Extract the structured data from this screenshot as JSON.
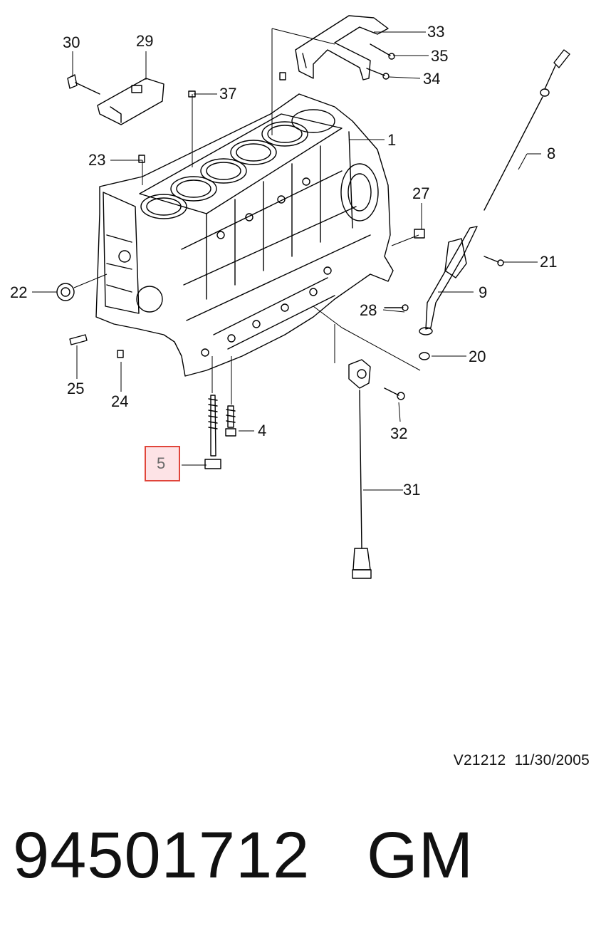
{
  "diagram": {
    "drawing_id": "V21212",
    "date": "11/30/2005",
    "highlighted_callout": "5",
    "highlight_color": "#e0453a",
    "highlight_fill": "#fde3e6",
    "callouts": [
      "30",
      "29",
      "33",
      "35",
      "34",
      "37",
      "1",
      "23",
      "8",
      "27",
      "21",
      "22",
      "9",
      "28",
      "20",
      "25",
      "24",
      "4",
      "32",
      "31",
      "5"
    ]
  },
  "part": {
    "number": "94501712",
    "brand": "GM"
  }
}
